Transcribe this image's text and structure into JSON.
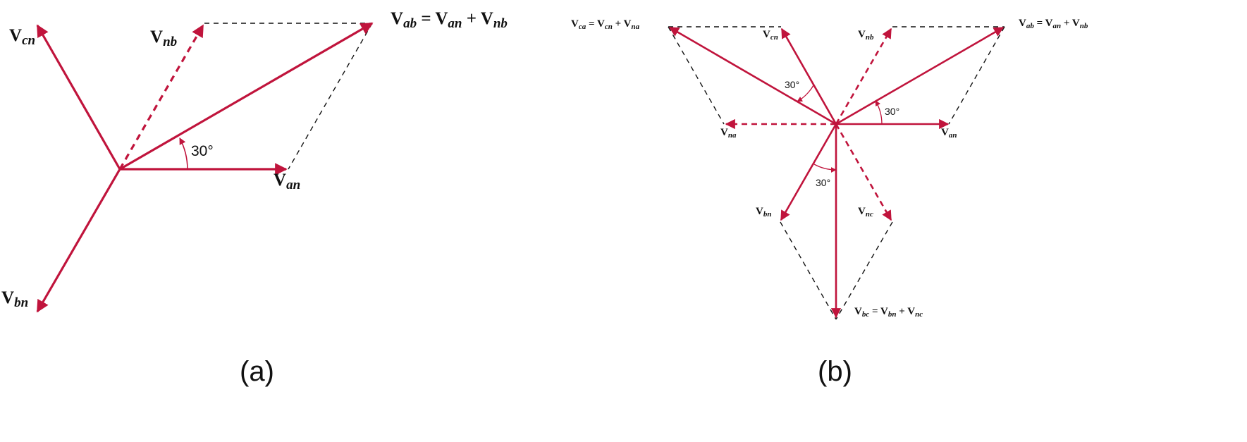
{
  "panel_a": {
    "caption": "(a)",
    "angle": "30°",
    "labels": {
      "van": {
        "main": "V",
        "sub": "an"
      },
      "vbn": {
        "main": "V",
        "sub": "bn"
      },
      "vcn": {
        "main": "V",
        "sub": "cn"
      },
      "vnb": {
        "main": "V",
        "sub": "nb"
      },
      "vab": {
        "m1": "V",
        "s1": "ab",
        "eq": " = ",
        "m2": "V",
        "s2": "an",
        "plus": " + ",
        "m3": "V",
        "s3": "nb"
      }
    }
  },
  "panel_b": {
    "caption": "(b)",
    "angle_ab": "30°",
    "angle_ca": "30°",
    "angle_bc": "30°",
    "labels": {
      "van": {
        "main": "V",
        "sub": "an"
      },
      "vbn": {
        "main": "V",
        "sub": "bn"
      },
      "vcn": {
        "main": "V",
        "sub": "cn"
      },
      "vna": {
        "main": "V",
        "sub": "na"
      },
      "vnb": {
        "main": "V",
        "sub": "nb"
      },
      "vnc": {
        "main": "V",
        "sub": "nc"
      },
      "vab": {
        "m1": "V",
        "s1": "ab",
        "eq": " = ",
        "m2": "V",
        "s2": "an",
        "plus": " + ",
        "m3": "V",
        "s3": "nb"
      },
      "vca": {
        "m1": "V",
        "s1": "ca",
        "eq": " = ",
        "m2": "V",
        "s2": "cn",
        "plus": " + ",
        "m3": "V",
        "s3": "na"
      },
      "vbc": {
        "m1": "V",
        "s1": "bc",
        "eq": " = ",
        "m2": "V",
        "s2": "bn",
        "plus": " + ",
        "m3": "V",
        "s3": "nc"
      }
    }
  },
  "colors": {
    "vector": "#c0143c",
    "guide": "#111111"
  }
}
